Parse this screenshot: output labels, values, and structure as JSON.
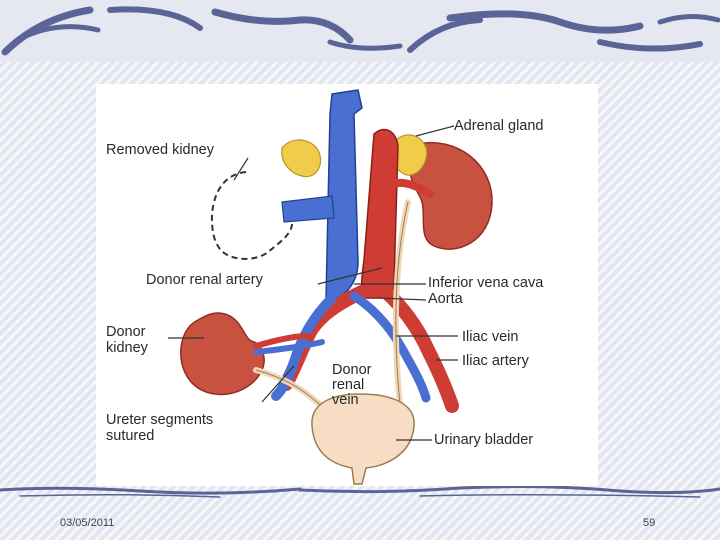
{
  "slide": {
    "date": "03/05/2011",
    "page_number": "59"
  },
  "diagram": {
    "labels": {
      "removed_kidney": "Removed kidney",
      "adrenal_gland": "Adrenal gland",
      "donor_renal_artery": "Donor renal artery",
      "inferior_vena_cava": "Inferior vena cava",
      "aorta": "Aorta",
      "donor_kidney_1": "Donor",
      "donor_kidney_2": "kidney",
      "iliac_vein": "Iliac vein",
      "donor_renal_vein_1": "Donor",
      "donor_renal_vein_2": "renal",
      "donor_renal_vein_3": "vein",
      "iliac_artery": "Iliac artery",
      "ureter_segments_1": "Ureter segments",
      "ureter_segments_2": "sutured",
      "urinary_bladder": "Urinary bladder"
    }
  },
  "colors": {
    "vein_blue": "#4a6fd2",
    "artery_red": "#cf3c34",
    "kidney": "#c8523f",
    "adrenal": "#f0cc4a",
    "ureter": "#f1d7b8",
    "bladder": "#f7ddc3"
  }
}
